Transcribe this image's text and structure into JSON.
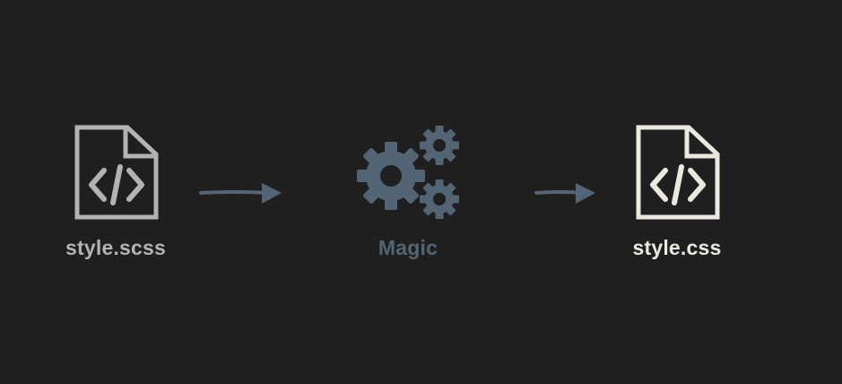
{
  "diagram": {
    "source": {
      "label": "style.scss",
      "icon": "code-file-icon",
      "color": "#b3b3b3"
    },
    "process": {
      "label": "Magic",
      "icon": "gears-icon",
      "color": "#536574"
    },
    "output": {
      "label": "style.css",
      "icon": "code-file-icon",
      "color": "#ebe8df"
    },
    "arrow_color": "#536574"
  }
}
